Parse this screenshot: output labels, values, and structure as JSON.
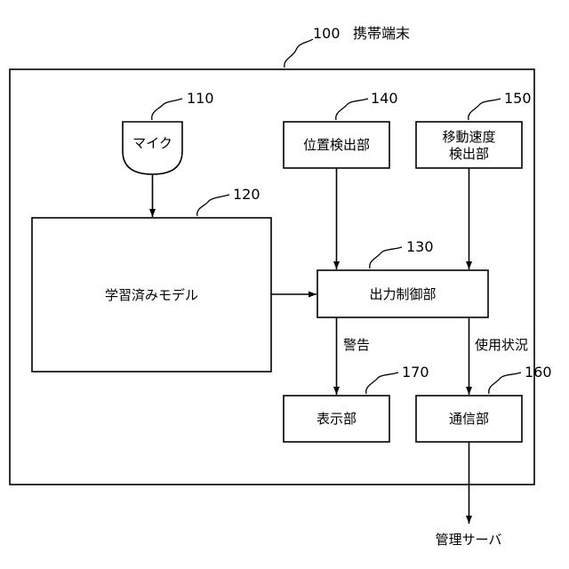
{
  "device": {
    "ref": "100",
    "label": "携帯端末"
  },
  "mic": {
    "ref": "110",
    "label": "マイク"
  },
  "model": {
    "ref": "120",
    "label": "学習済みモデル"
  },
  "output_control": {
    "ref": "130",
    "label": "出力制御部"
  },
  "position": {
    "ref": "140",
    "label": "位置検出部"
  },
  "speed": {
    "ref": "150",
    "label_line1": "移動速度",
    "label_line2": "検出部"
  },
  "comm": {
    "ref": "160",
    "label": "通信部"
  },
  "display": {
    "ref": "170",
    "label": "表示部"
  },
  "edges": {
    "warning": "警告",
    "usage": "使用状況"
  },
  "server": {
    "label": "管理サーバ"
  }
}
